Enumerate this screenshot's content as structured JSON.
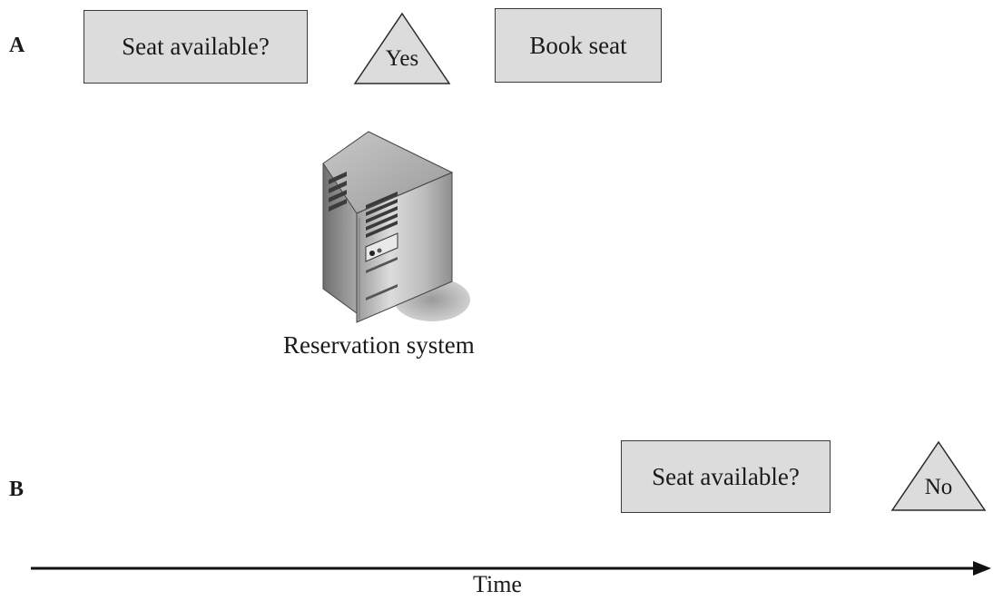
{
  "row_a": {
    "label": "A",
    "step1": "Seat available?",
    "answer": "Yes",
    "step2": "Book seat"
  },
  "server": {
    "icon": "server-icon",
    "caption": "Reservation system"
  },
  "row_b": {
    "label": "B",
    "step1": "Seat available?",
    "answer": "No"
  },
  "axis": {
    "label": "Time"
  }
}
